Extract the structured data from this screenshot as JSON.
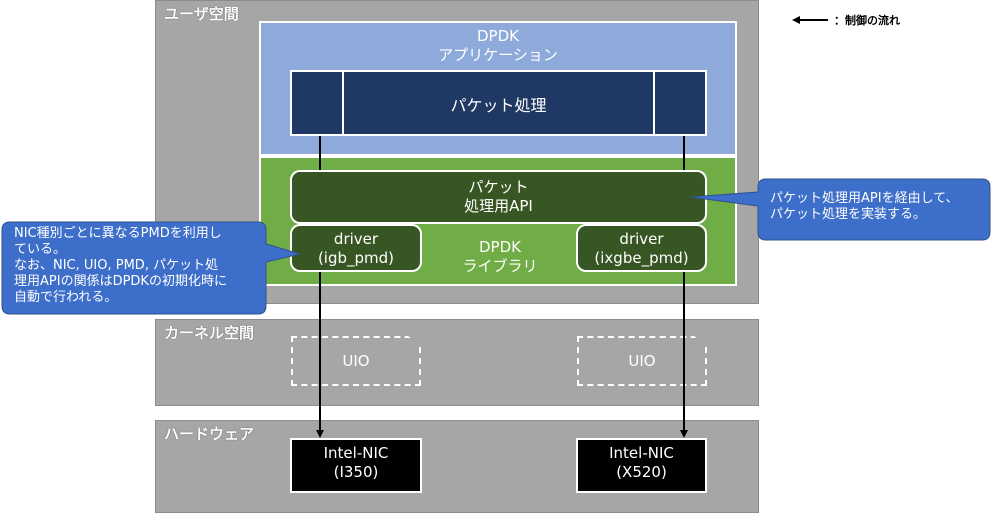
{
  "layers": {
    "user_space": "ユーザ空間",
    "kernel_space": "カーネル空間",
    "hardware": "ハードウェア"
  },
  "app": {
    "line1": "DPDK",
    "line2": "アプリケーション"
  },
  "packet_processing": "パケット処理",
  "packet_api": {
    "line1": "パケット",
    "line2": "処理用API"
  },
  "library": {
    "line1": "DPDK",
    "line2": "ライブラリ"
  },
  "drivers": [
    {
      "line1": "driver",
      "line2": "(igb_pmd)"
    },
    {
      "line1": "driver",
      "line2": "(ixgbe_pmd)"
    }
  ],
  "uio": [
    "UIO",
    "UIO"
  ],
  "nics": [
    {
      "line1": "Intel-NIC",
      "line2": "(I350)"
    },
    {
      "line1": "Intel-NIC",
      "line2": "(X520)"
    }
  ],
  "callout_left": "NIC種別ごとに異なるPMDを利用し\nている。\nなお、NIC, UIO, PMD, パケット処\n理用APIの関係はDPDKの初期化時に\n自動で行われる。",
  "callout_right": "パケット処理用APIを経由して、\nパケット処理を実装する。",
  "legend": "：制御の流れ",
  "colors": {
    "layer_gray": "#a6a6a6",
    "app_blue": "#8eaadb",
    "navy": "#1f3864",
    "lib_green": "#70ad47",
    "dark_green": "#375623",
    "callout_blue": "#3d6ec9"
  }
}
